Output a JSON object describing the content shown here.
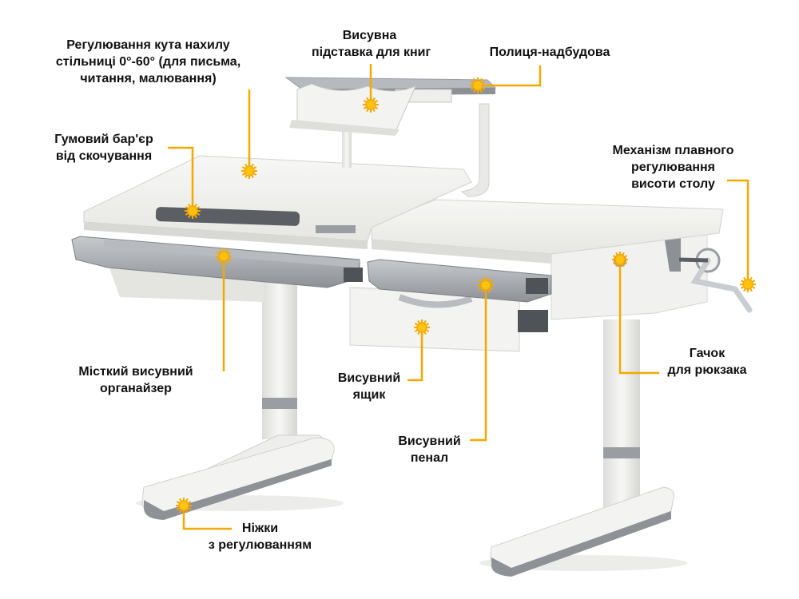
{
  "colors": {
    "accent": "#f5a800",
    "marker_fill": "#ffc20e",
    "desk_white": "#f4f4f2",
    "desk_shadow": "#d9d9d6",
    "metal_gray": "#9a9ea3",
    "dark_gray": "#5e6266"
  },
  "callouts": [
    {
      "id": "tilt",
      "lines": [
        "Регулювання кута нахилу",
        "стільниці 0°-60° (для письма,",
        "читання, малювання)"
      ]
    },
    {
      "id": "bookstand",
      "lines": [
        "Висувна",
        "підставка для книг"
      ]
    },
    {
      "id": "shelf",
      "lines": [
        "Полиця-надбудова"
      ]
    },
    {
      "id": "barrier",
      "lines": [
        "Гумовий бар'єр",
        "від скочування"
      ]
    },
    {
      "id": "height",
      "lines": [
        "Механізм плавного",
        "регулювання",
        "висоти столу"
      ]
    },
    {
      "id": "organizer",
      "lines": [
        "Місткий висувний",
        "органайзер"
      ]
    },
    {
      "id": "drawer",
      "lines": [
        "Висувний",
        "ящик"
      ]
    },
    {
      "id": "hook",
      "lines": [
        "Гачок",
        "для рюкзака"
      ]
    },
    {
      "id": "pencil",
      "lines": [
        "Висувний",
        "пенал"
      ]
    },
    {
      "id": "legs",
      "lines": [
        "Ніжки",
        "з регулюванням"
      ]
    }
  ]
}
